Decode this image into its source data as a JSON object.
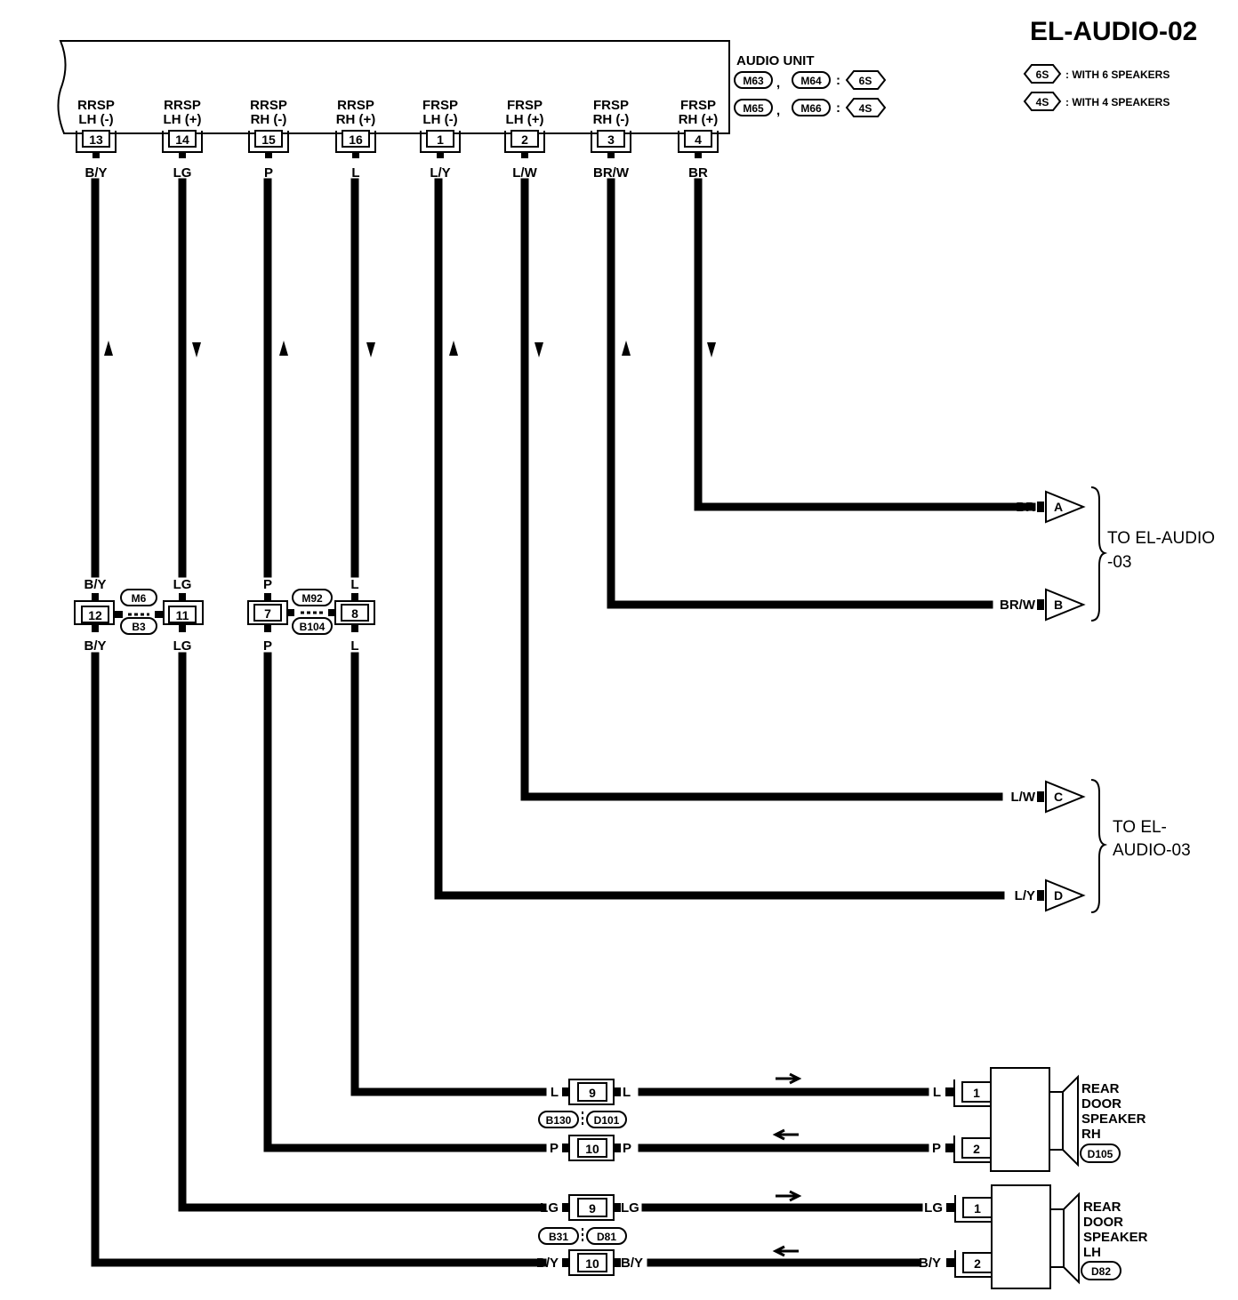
{
  "title": "EL-AUDIO-02",
  "legend": [
    {
      "tag": "6S",
      "text": ": WITH 6 SPEAKERS"
    },
    {
      "tag": "4S",
      "text": ": WITH 4 SPEAKERS"
    }
  ],
  "audio_unit": {
    "label": "AUDIO UNIT",
    "row1": {
      "c1": "M63",
      "c2": "M64",
      "tag": "6S"
    },
    "row2": {
      "c1": "M65",
      "c2": "M66",
      "tag": "4S"
    },
    "terminals": [
      {
        "name1": "RRSP",
        "name2": "LH (-)",
        "pin": "13",
        "wire": "B/Y",
        "arrow": "up"
      },
      {
        "name1": "RRSP",
        "name2": "LH (+)",
        "pin": "14",
        "wire": "LG",
        "arrow": "down"
      },
      {
        "name1": "RRSP",
        "name2": "RH (-)",
        "pin": "15",
        "wire": "P",
        "arrow": "up"
      },
      {
        "name1": "RRSP",
        "name2": "RH (+)",
        "pin": "16",
        "wire": "L",
        "arrow": "down"
      },
      {
        "name1": "FRSP",
        "name2": "LH (-)",
        "pin": "1",
        "wire": "L/Y",
        "arrow": "up"
      },
      {
        "name1": "FRSP",
        "name2": "LH (+)",
        "pin": "2",
        "wire": "L/W",
        "arrow": "down"
      },
      {
        "name1": "FRSP",
        "name2": "RH (-)",
        "pin": "3",
        "wire": "BR/W",
        "arrow": "up"
      },
      {
        "name1": "FRSP",
        "name2": "RH (+)",
        "pin": "4",
        "wire": "BR",
        "arrow": "down"
      }
    ]
  },
  "joint1": {
    "left_pin": "12",
    "right_pin": "11",
    "ref_top": "M6",
    "ref_bottom": "B3",
    "left_wire": "B/Y",
    "right_wire": "LG"
  },
  "joint2": {
    "left_pin": "7",
    "right_pin": "8",
    "ref_top": "M92",
    "ref_bottom": "B104",
    "left_wire": "P",
    "right_wire": "L"
  },
  "offpage": [
    {
      "wire": "BR",
      "letter": "A"
    },
    {
      "wire": "BR/W",
      "letter": "B"
    },
    {
      "wire": "L/W",
      "letter": "C"
    },
    {
      "wire": "L/Y",
      "letter": "D"
    }
  ],
  "dest_ab": [
    "TO EL-AUDIO",
    "-03"
  ],
  "dest_cd": [
    "TO EL-",
    "AUDIO-03"
  ],
  "rh_connector": {
    "top_pin": "9",
    "bottom_pin": "10",
    "ref1": "B130",
    "ref2": "D101",
    "top_wire": "L",
    "bottom_wire": "P"
  },
  "lh_connector": {
    "top_pin": "9",
    "bottom_pin": "10",
    "ref1": "B31",
    "ref2": "D81",
    "top_wire": "LG",
    "bottom_wire": "B/Y"
  },
  "speaker_rh": {
    "lines": [
      "REAR",
      "DOOR",
      "SPEAKER",
      "RH"
    ],
    "ref": "D105",
    "pin1": "1",
    "pin2": "2",
    "wire1": "L",
    "wire2": "P"
  },
  "speaker_lh": {
    "lines": [
      "REAR",
      "DOOR",
      "SPEAKER",
      "LH"
    ],
    "ref": "D82",
    "pin1": "1",
    "pin2": "2",
    "wire1": "LG",
    "wire2": "B/Y"
  }
}
